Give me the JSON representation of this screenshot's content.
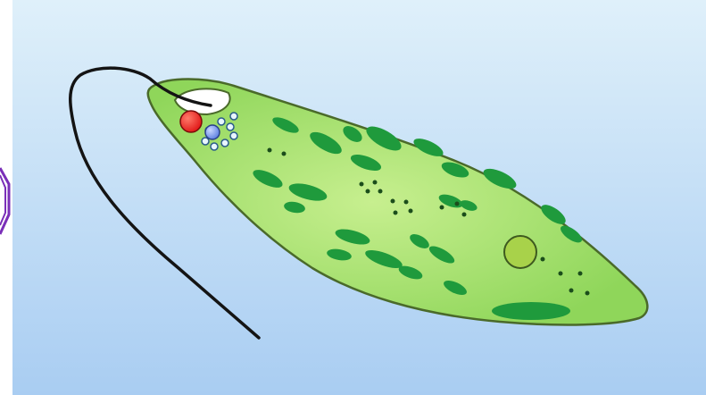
{
  "figure": {
    "subject": "euglena-cell-illustration",
    "colors": {
      "background_top": "#dff0fa",
      "background_bottom": "#a9cdf2",
      "cell_fill": "#8fd65a",
      "cell_highlight": "#c7ef8f",
      "cell_outline": "#4a6a2a",
      "chloroplast": "#1f9a3c",
      "eyespot": "#e01616",
      "photoreceptor": "#5b7ee0",
      "vacuole": "#ffffff",
      "flagellum": "#141414",
      "nucleus": "#a8d24a",
      "nav_arrow": "#7a2fb8"
    },
    "icons": [
      "euglena-cell",
      "flagellum",
      "eyespot",
      "contractile-vacuole",
      "nucleus",
      "chloroplast",
      "nav-arrow-icon"
    ]
  }
}
